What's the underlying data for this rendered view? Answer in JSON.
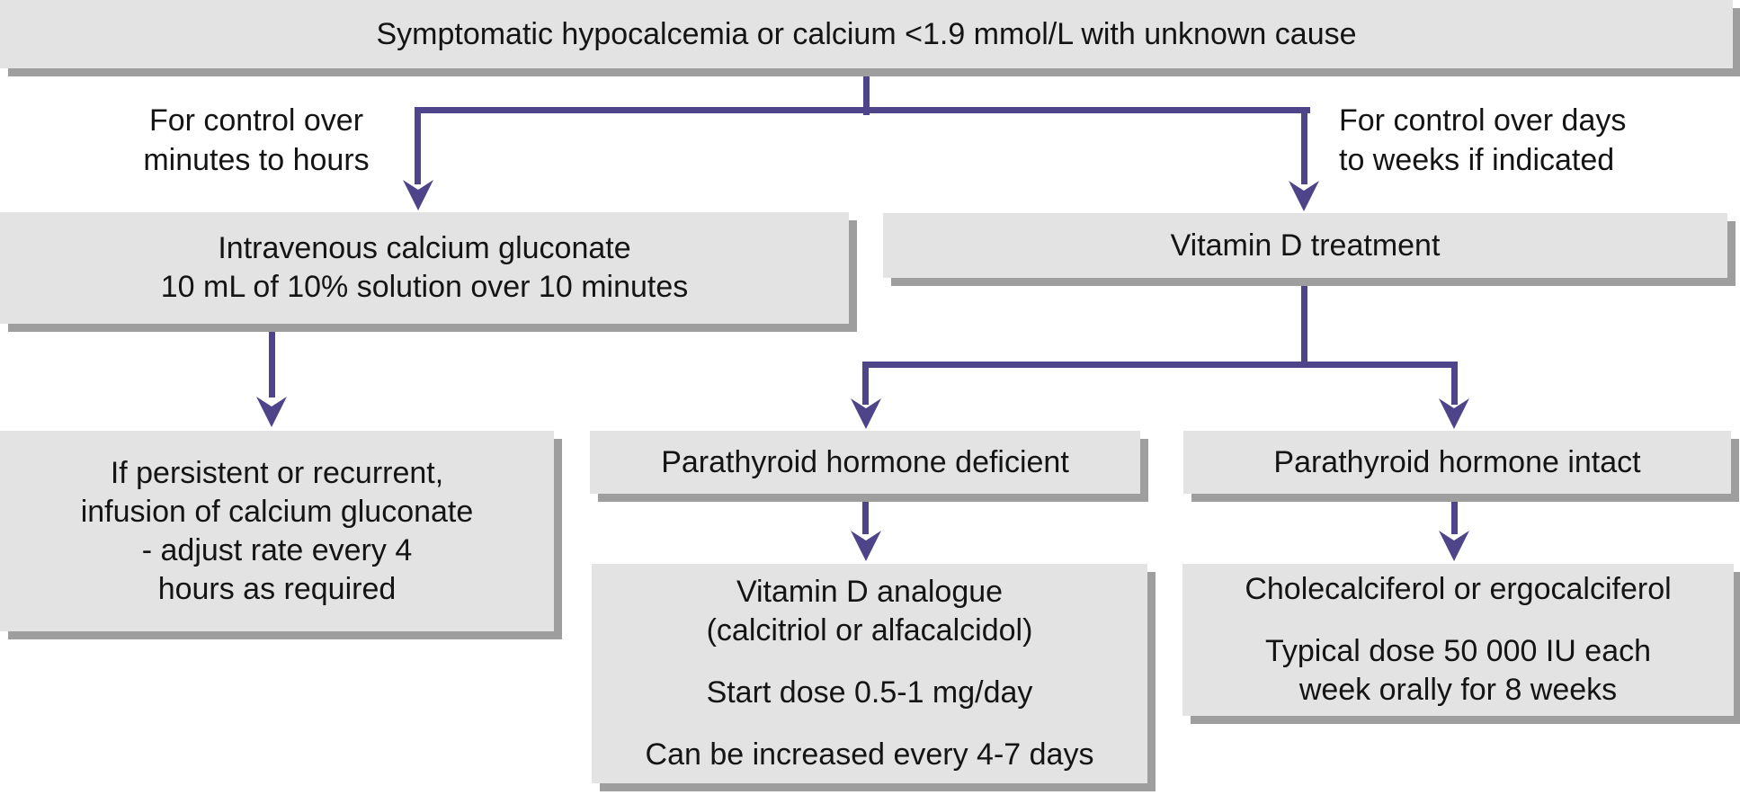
{
  "flowchart": {
    "description": "Hypocalcemia treatment flowchart",
    "colors": {
      "box_fill": "#e3e3e3",
      "box_shadow": "#9e9e9e",
      "arrow": "#4e4489",
      "text": "#141414",
      "background": "#ffffff"
    },
    "nodes": {
      "root": {
        "lines": [
          "Symptomatic hypocalcemia or calcium <1.9 mmol/L with unknown cause"
        ]
      },
      "iv_calcium": {
        "lines": [
          "Intravenous calcium gluconate",
          "10 mL of 10% solution over 10 minutes"
        ]
      },
      "vitamin_d_treatment": {
        "lines": [
          "Vitamin D treatment"
        ]
      },
      "persistent_infusion": {
        "lines": [
          "If persistent or recurrent,",
          "infusion of calcium gluconate",
          "- adjust rate every 4",
          "hours as required"
        ]
      },
      "pth_deficient": {
        "lines": [
          "Parathyroid hormone deficient"
        ]
      },
      "pth_intact": {
        "lines": [
          "Parathyroid hormone intact"
        ]
      },
      "vit_d_analogue": {
        "lines": [
          "Vitamin D analogue",
          "(calcitriol or alfacalcidol)",
          "Start dose 0.5-1 mg/day",
          "Can be increased every 4-7 days"
        ]
      },
      "cholecalciferol": {
        "lines": [
          "Cholecalciferol or ergocalciferol",
          "Typical dose 50 000 IU each",
          "week orally for 8 weeks"
        ]
      }
    },
    "branch_labels": {
      "left": {
        "line1": "For control over",
        "line2": "minutes to hours"
      },
      "right": {
        "line1": "For control over days",
        "line2": "to weeks if indicated"
      }
    },
    "edges": [
      {
        "from": "root",
        "to": "iv_calcium",
        "label": "For control over minutes to hours"
      },
      {
        "from": "root",
        "to": "vitamin_d_treatment",
        "label": "For control over days to weeks if indicated"
      },
      {
        "from": "iv_calcium",
        "to": "persistent_infusion",
        "label": ""
      },
      {
        "from": "vitamin_d_treatment",
        "to": "pth_deficient",
        "label": ""
      },
      {
        "from": "vitamin_d_treatment",
        "to": "pth_intact",
        "label": ""
      },
      {
        "from": "pth_deficient",
        "to": "vit_d_analogue",
        "label": ""
      },
      {
        "from": "pth_intact",
        "to": "cholecalciferol",
        "label": ""
      }
    ]
  }
}
